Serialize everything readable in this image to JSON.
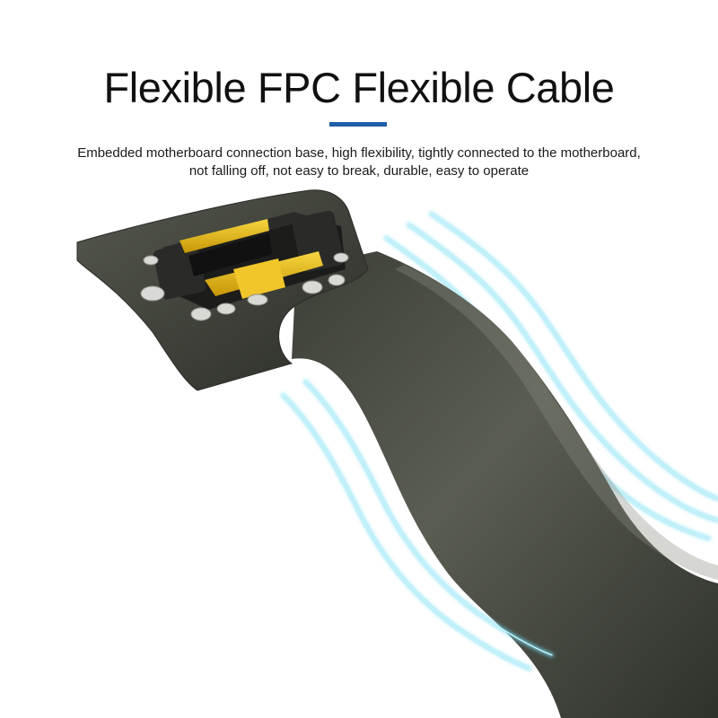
{
  "title": "Flexible FPC Flexible Cable",
  "subtitle": {
    "line1": "Embedded motherboard connection base, high flexibility, tightly connected to the motherboard,",
    "line2": "not falling off, not easy to break, durable, easy to operate"
  },
  "colors": {
    "accent_underline": "#1f5fa8",
    "cable": "#4a4d42",
    "connector_gold": "#e7b80f",
    "glow": "#5fd8f0"
  }
}
